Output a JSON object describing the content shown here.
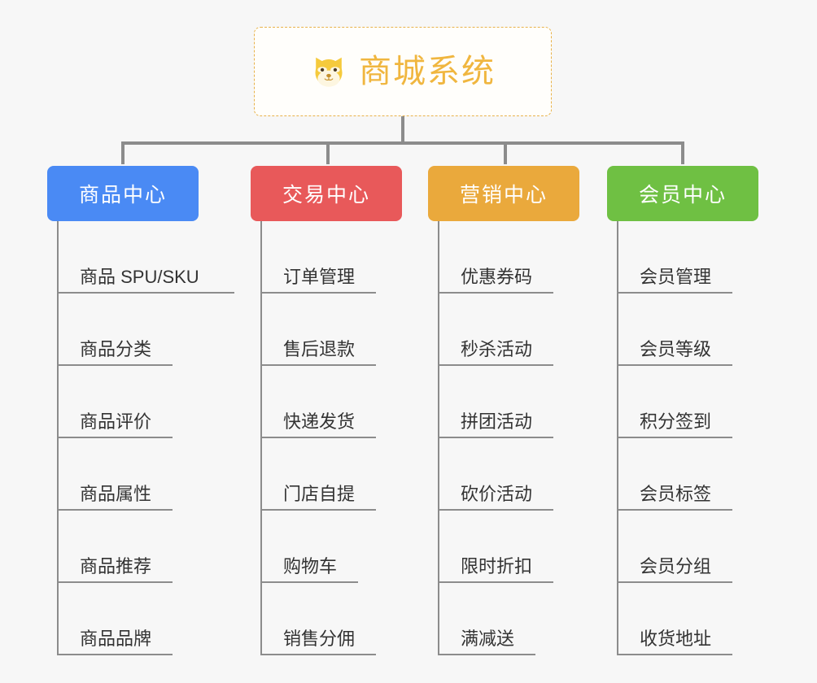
{
  "root": {
    "title": "商城系统",
    "emoji_name": "shiba-dog-face-icon",
    "text_color": "#f0b63f",
    "border_color": "#e8b24a"
  },
  "connector_color": "#8c8c8c",
  "background_color": "#f7f7f7",
  "categories": [
    {
      "label": "商品中心",
      "color": "#4a8af4",
      "items": [
        {
          "label": "商品 SPU/SKU",
          "width": "wide"
        },
        {
          "label": "商品分类",
          "width": "normal"
        },
        {
          "label": "商品评价",
          "width": "normal"
        },
        {
          "label": "商品属性",
          "width": "normal"
        },
        {
          "label": "商品推荐",
          "width": "normal"
        },
        {
          "label": "商品品牌",
          "width": "normal"
        }
      ]
    },
    {
      "label": "交易中心",
      "color": "#e8595a",
      "items": [
        {
          "label": "订单管理",
          "width": "normal"
        },
        {
          "label": "售后退款",
          "width": "normal"
        },
        {
          "label": "快递发货",
          "width": "normal"
        },
        {
          "label": "门店自提",
          "width": "normal"
        },
        {
          "label": "购物车",
          "width": "narrow"
        },
        {
          "label": "销售分佣",
          "width": "normal"
        }
      ]
    },
    {
      "label": "营销中心",
      "color": "#eaa93c",
      "items": [
        {
          "label": "优惠券码",
          "width": "normal"
        },
        {
          "label": "秒杀活动",
          "width": "normal"
        },
        {
          "label": "拼团活动",
          "width": "normal"
        },
        {
          "label": "砍价活动",
          "width": "normal"
        },
        {
          "label": "限时折扣",
          "width": "normal"
        },
        {
          "label": "满减送",
          "width": "narrow"
        }
      ]
    },
    {
      "label": "会员中心",
      "color": "#6fc043",
      "items": [
        {
          "label": "会员管理",
          "width": "normal"
        },
        {
          "label": "会员等级",
          "width": "normal"
        },
        {
          "label": "积分签到",
          "width": "normal"
        },
        {
          "label": "会员标签",
          "width": "normal"
        },
        {
          "label": "会员分组",
          "width": "normal"
        },
        {
          "label": "收货地址",
          "width": "normal"
        }
      ]
    }
  ]
}
